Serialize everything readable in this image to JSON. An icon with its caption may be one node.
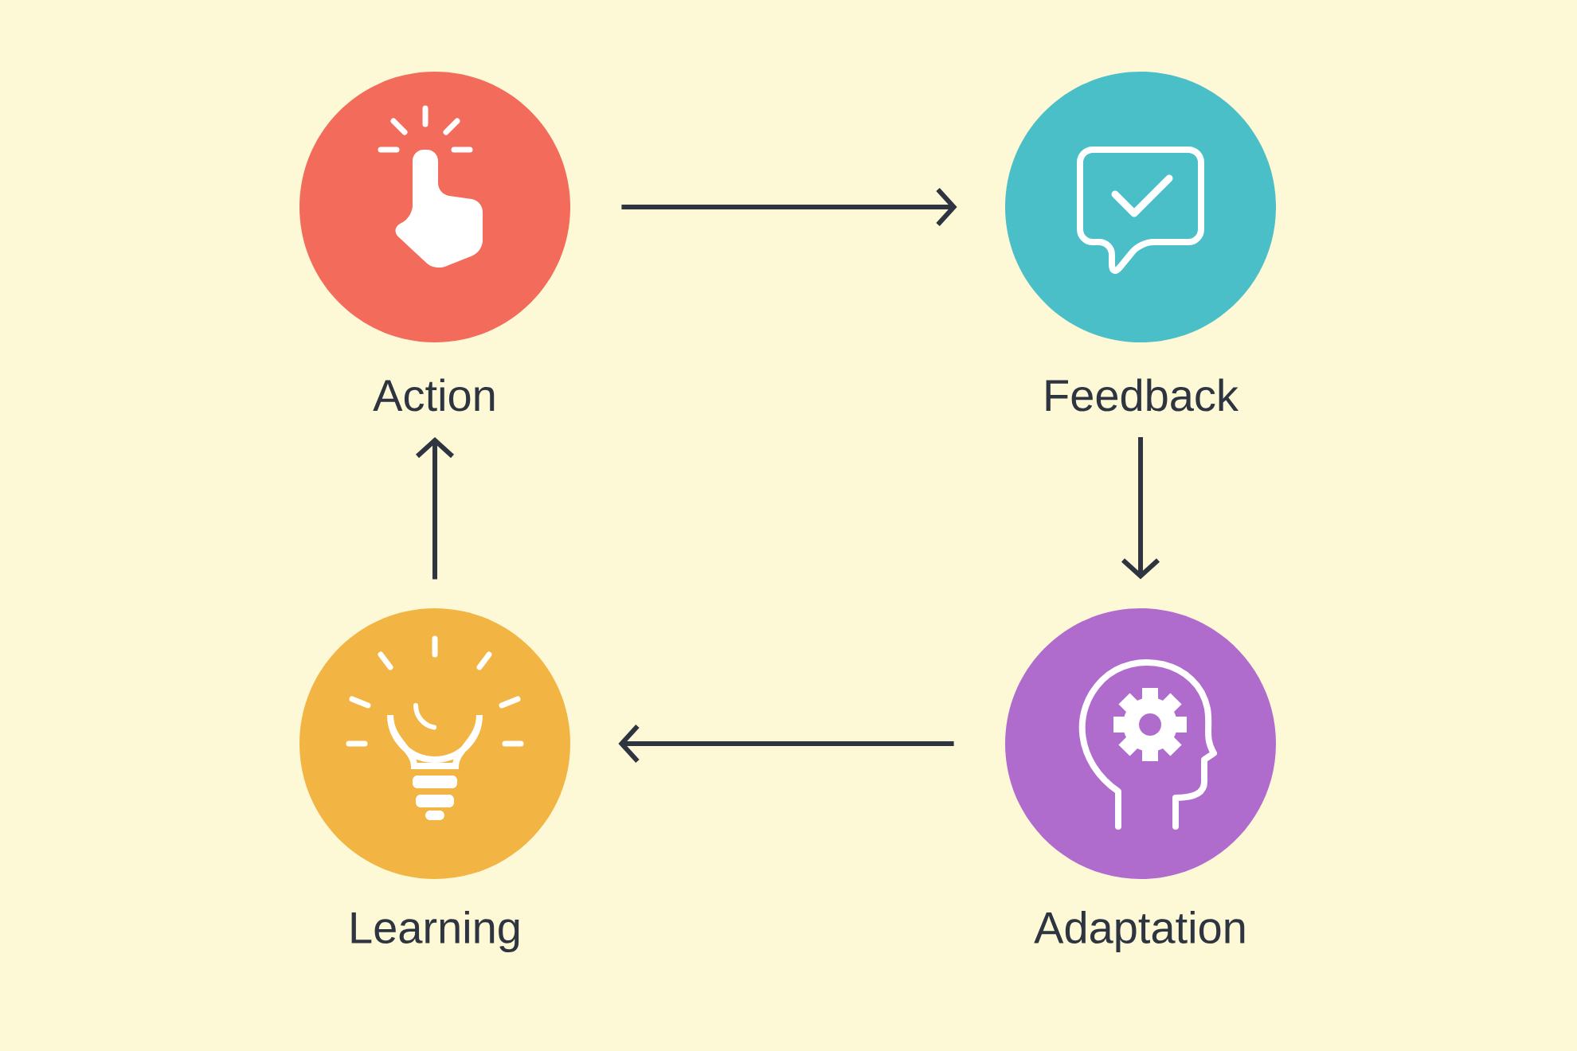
{
  "diagram": {
    "nodes": [
      {
        "text": [
          "Action"
        ]
      },
      {
        "text": [
          "Feedback"
        ]
      },
      {
        "text": [
          "Learning"
        ]
      },
      {
        "text": [
          "Adaptation"
        ]
      }
    ],
    "edges": [
      {
        "from": 0,
        "to": 1,
        "arrow": "to"
      },
      {
        "from": 1,
        "to": 3,
        "arrow": "to"
      },
      {
        "from": 3,
        "to": 2,
        "arrow": "to"
      },
      {
        "from": 2,
        "to": 0,
        "arrow": "to"
      }
    ]
  }
}
